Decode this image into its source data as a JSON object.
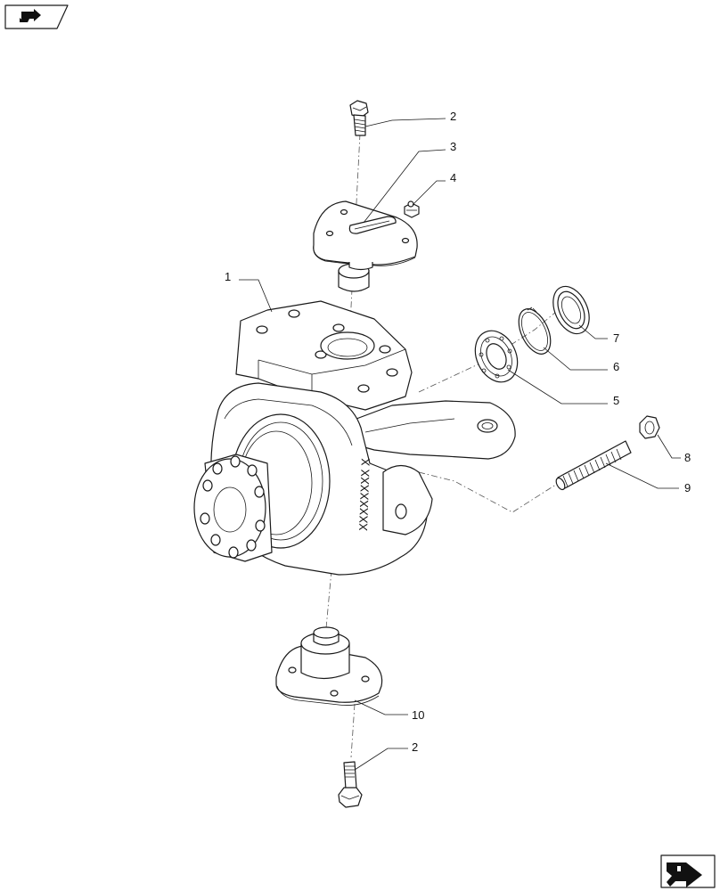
{
  "diagram": {
    "callouts": [
      {
        "id": "c1",
        "number": "1"
      },
      {
        "id": "c2a",
        "number": "2"
      },
      {
        "id": "c3",
        "number": "3"
      },
      {
        "id": "c4",
        "number": "4"
      },
      {
        "id": "c5",
        "number": "5"
      },
      {
        "id": "c6",
        "number": "6"
      },
      {
        "id": "c7",
        "number": "7"
      },
      {
        "id": "c8",
        "number": "8"
      },
      {
        "id": "c9",
        "number": "9"
      },
      {
        "id": "c10",
        "number": "10"
      },
      {
        "id": "c2b",
        "number": "2"
      }
    ],
    "casting_mark": "XXXXXXXX X"
  },
  "navigation": {
    "prev_icon": "arrow-back-icon",
    "next_icon": "arrow-forward-icon"
  }
}
